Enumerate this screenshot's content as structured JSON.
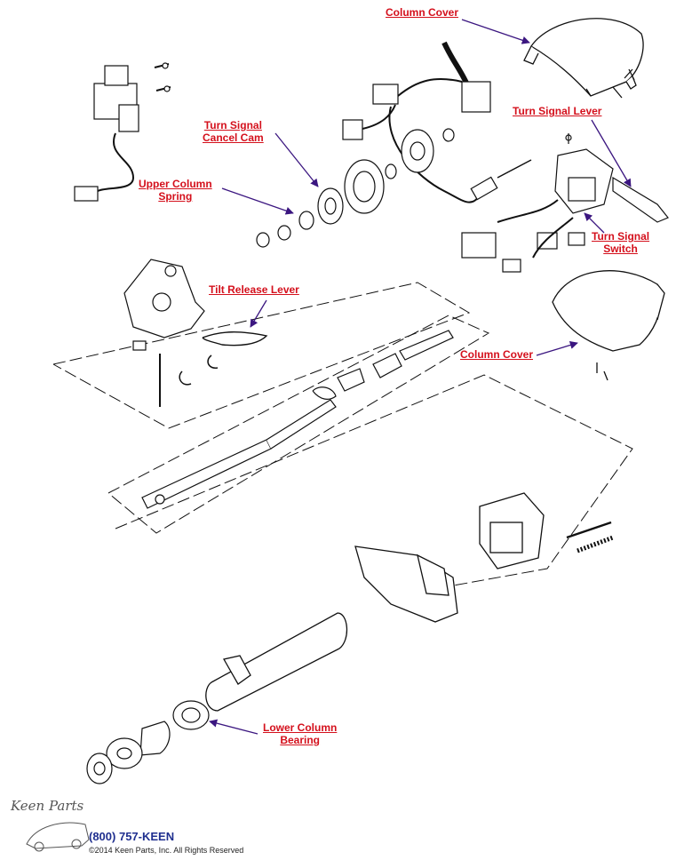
{
  "labels": {
    "column_cover_top": "Column Cover",
    "turn_signal_lever": "Turn Signal Lever",
    "turn_signal_cancel_cam_line1": "Turn Signal",
    "turn_signal_cancel_cam_line2": "Cancel Cam",
    "upper_column_spring_line1": "Upper Column",
    "upper_column_spring_line2": "Spring",
    "turn_signal_switch_line1": "Turn Signal",
    "turn_signal_switch_line2": "Switch",
    "tilt_release_lever": "Tilt Release Lever",
    "column_cover_lower": "Column Cover",
    "lower_column_bearing_line1": "Lower Column",
    "lower_column_bearing_line2": "Bearing"
  },
  "footer": {
    "logo_text": "Keen Parts",
    "phone": "(800) 757-KEEN",
    "copyright": "©2014 Keen Parts, Inc. All Rights Reserved"
  },
  "colors": {
    "label": "#d4101c",
    "arrow": "#3b1680",
    "line": "#111111",
    "phone": "#1f2f8f"
  }
}
